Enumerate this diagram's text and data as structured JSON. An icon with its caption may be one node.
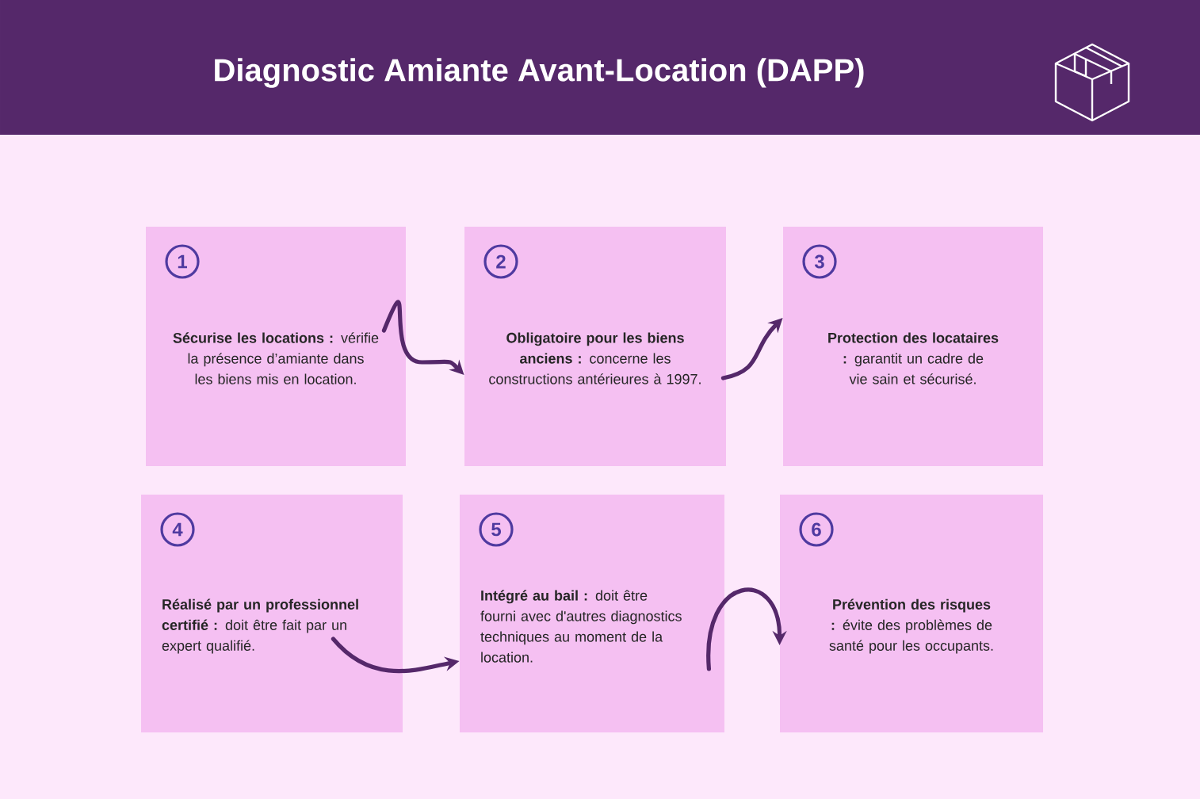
{
  "diagram": {
    "title": "Diagnostic Amiante Avant-Location (DAPP)",
    "nodes": [
      {
        "text": [
          "1",
          "**Sécurise les locations :** vérifie la présence d’amiante dans les biens mis en location."
        ]
      },
      {
        "text": [
          "2",
          "**Obligatoire pour les biens anciens :** concerne les constructions antérieures à 1997."
        ]
      },
      {
        "text": [
          "3",
          "**Protection des locataires :** garantit un cadre de vie sain et sécurisé."
        ]
      },
      {
        "text": [
          "4",
          "**Réalisé par un professionnel certifié :** doit être fait par un expert qualifié."
        ]
      },
      {
        "text": [
          "5",
          "**Intégré au bail :** doit être fourni avec d'autres diagnostics techniques au moment de la location."
        ]
      },
      {
        "text": [
          "6",
          "**Prévention des risques :** évite des problèmes de santé pour les occupants."
        ]
      }
    ],
    "edges": [
      {
        "from": 0,
        "to": 1,
        "arrow": "to"
      },
      {
        "from": 1,
        "to": 2,
        "arrow": "to"
      },
      {
        "from": 3,
        "to": 4,
        "arrow": "to"
      },
      {
        "from": 4,
        "to": 5,
        "arrow": "to"
      }
    ]
  }
}
